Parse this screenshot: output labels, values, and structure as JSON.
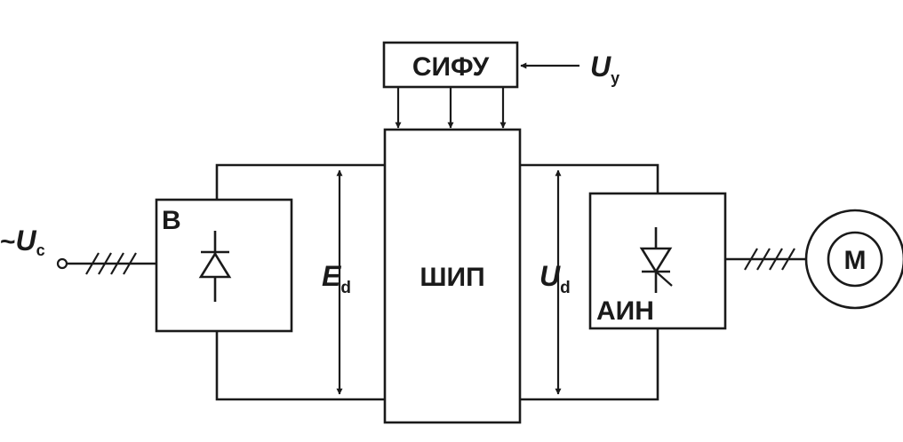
{
  "blocks": {
    "rectifier": "В",
    "control_system": "СИФУ",
    "pulse_converter": "ШИП",
    "inverter": "АИН",
    "motor": "М"
  },
  "signals": {
    "supply": {
      "prefix": "~",
      "symbol": "U",
      "subscript": "с"
    },
    "control": {
      "symbol": "U",
      "subscript": "у"
    },
    "dc_input": {
      "symbol": "E",
      "subscript": "d"
    },
    "dc_output": {
      "symbol": "U",
      "subscript": "d"
    }
  }
}
